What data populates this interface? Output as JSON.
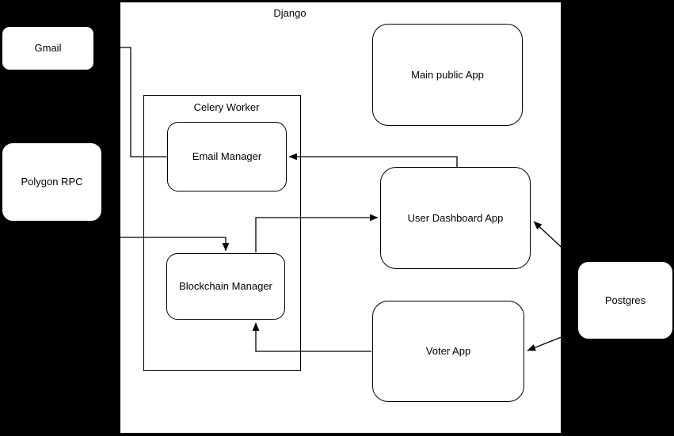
{
  "diagram": {
    "type": "architecture-diagram",
    "colors": {
      "background": "#000000",
      "node_fill": "#ffffff",
      "stroke": "#000000"
    },
    "containers": {
      "django": {
        "label": "Django"
      },
      "celery_worker": {
        "label": "Celery Worker"
      }
    },
    "nodes": {
      "gmail": {
        "label": "Gmail"
      },
      "polygon_rpc": {
        "label": "Polygon RPC"
      },
      "postgres": {
        "label": "Postgres"
      },
      "main_public_app": {
        "label": "Main public App"
      },
      "email_manager": {
        "label": "Email Manager"
      },
      "blockchain_manager": {
        "label": "Blockchain Manager"
      },
      "user_dashboard_app": {
        "label": "User Dashboard App"
      },
      "voter_app": {
        "label": "Voter App"
      }
    },
    "connectors": [
      {
        "from": "gmail",
        "to": "email_manager",
        "arrow": false
      },
      {
        "from": "user_dashboard_app",
        "to": "email_manager",
        "arrow": true
      },
      {
        "from": "polygon_rpc",
        "to": "blockchain_manager",
        "arrow": true
      },
      {
        "from": "blockchain_manager",
        "to": "user_dashboard_app",
        "arrow": true
      },
      {
        "from": "voter_app",
        "to": "blockchain_manager",
        "arrow": true
      },
      {
        "from": "postgres",
        "to": "user_dashboard_app",
        "arrow": true
      },
      {
        "from": "postgres",
        "to": "voter_app",
        "arrow": true
      }
    ]
  }
}
